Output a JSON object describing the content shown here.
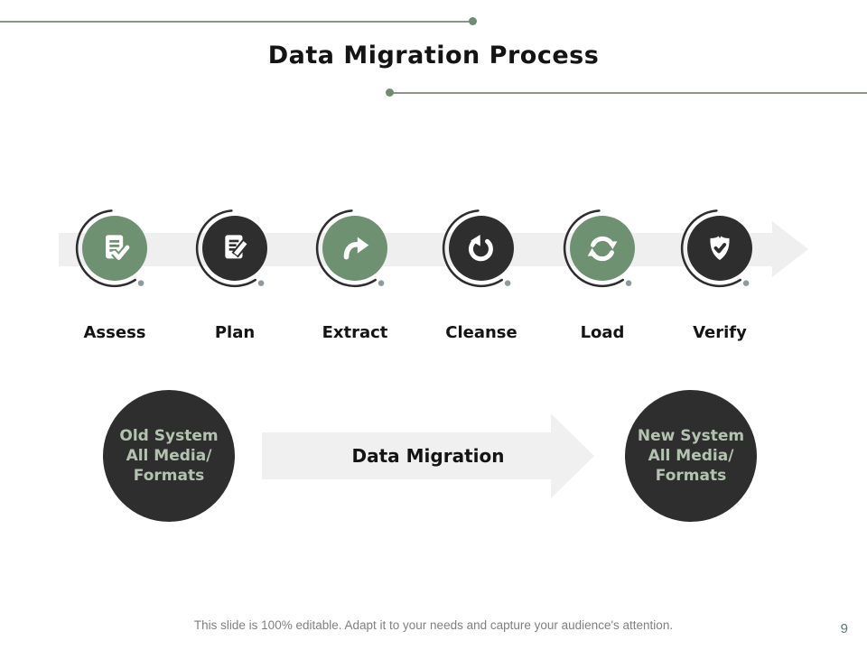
{
  "slide": {
    "title": "Data Migration Process",
    "footer": "This slide is 100% editable. Adapt it to your needs and capture your audience's attention.",
    "page_number": "9"
  },
  "process": {
    "steps": [
      {
        "label": "Assess",
        "icon": "document-check-icon",
        "color": "#6e9271"
      },
      {
        "label": "Plan",
        "icon": "document-edit-icon",
        "color": "#2f2e2e"
      },
      {
        "label": "Extract",
        "icon": "curved-arrow-icon",
        "color": "#6e9271"
      },
      {
        "label": "Cleanse",
        "icon": "undo-arrow-icon",
        "color": "#2f2e2e"
      },
      {
        "label": "Load",
        "icon": "sync-arrows-icon",
        "color": "#6e9271"
      },
      {
        "label": "Verify",
        "icon": "shield-check-icon",
        "color": "#2f2e2e"
      }
    ]
  },
  "migration": {
    "source": {
      "lines": [
        "Old System",
        "All Media/",
        "Formats"
      ]
    },
    "arrow_label": "Data Migration",
    "target": {
      "lines": [
        "New System",
        "All Media/",
        "Formats"
      ]
    }
  },
  "colors": {
    "accent_green": "#6e9271",
    "dark_circle": "#2f2e2e",
    "band_gray": "#f0efef",
    "deco_line": "#8a9488",
    "deco_dot_green": "#6d8f70",
    "circle_text_sage": "#b2c4af",
    "footer_gray": "#808080",
    "page_number_teal": "#5c7a78"
  }
}
